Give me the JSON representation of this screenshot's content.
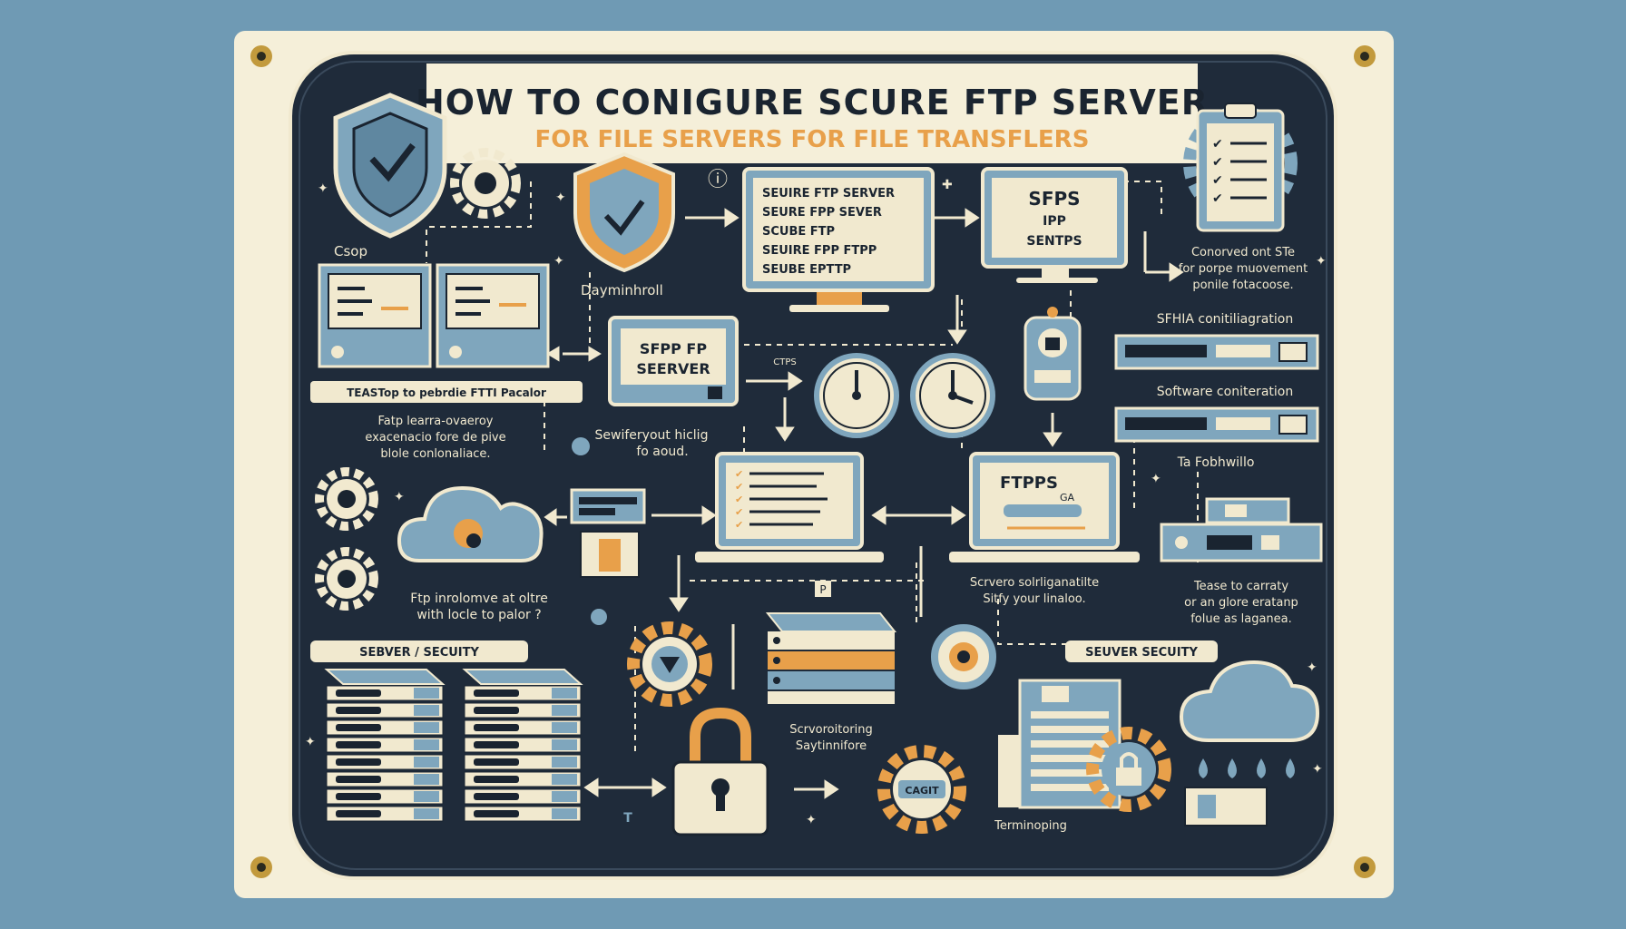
{
  "title": "HOW TO CONIGURE SCURE FTP SERVER",
  "subtitle": "FOR FILE SERVERS FOR FILE TRANSFLERS",
  "colors": {
    "background": "#6f9ab4",
    "card": "#f5efd9",
    "panel": "#1f2b3a",
    "cream": "#f1e9cf",
    "blue": "#7fa6bd",
    "orange": "#e8a04a",
    "dark": "#1a2430"
  },
  "labels": {
    "csop": "Csop",
    "daymintroll": "Dayminhroll",
    "left_banner": "TEASTop to pebrdie FTTI Pacalor",
    "left_note_1": "Fatp learra-ovaeroy",
    "left_note_2": "exacenacio fore de pive",
    "left_note_3": "blole conlonaliace.",
    "monitor1": [
      "SEUIRE FTP SERVER",
      "SEURE FPP SEVER",
      "SCUBE FTP",
      "SEUIRE FPP FTPP",
      "SEUBE EPTTP"
    ],
    "monitor2_title": "SFPS",
    "monitor2_row": "IPP",
    "monitor2_sub": "SENTPS",
    "monitor3_line1": "SFPP FP",
    "monitor3_line2": "SEERVER",
    "ctps": "CTPS",
    "sewifer": "Sewiferyout hiclig",
    "fogaud": "fo aoud.",
    "right_note_1": "Conorved ont STe",
    "right_note_2": "for porpe muovement",
    "right_note_3": "ponile fotacoose.",
    "sfhia": "SFHIA conitiliagration",
    "software_config": "Software coniteration",
    "fobhwilo": "Ta Fobhwillo",
    "laptop_ftpps": "FTPPS",
    "laptop_ftpps_sub": "GA",
    "scrvero_1": "Scrvero solrliganatilte",
    "scrvero_2": "Sitfy your linaloo.",
    "tease_1": "Tease to carraty",
    "tease_2": "or an glore eratanp",
    "tease_3": "folue as laganea.",
    "ftp_invo_1": "Ftp inrolomve at oltre",
    "ftp_invo_2": "with locle to palor ?",
    "server_security_left": "SEBVER / SECUITY",
    "server_security_right": "SEUVER SECUITY",
    "scrvero_mon_1": "Scrvoroitoring",
    "scrvero_mon_2": "Saytinnifore",
    "gear_label": "CAGIT",
    "terminoping": "Terminoping",
    "p_badge": "P",
    "t_badge": "T"
  }
}
